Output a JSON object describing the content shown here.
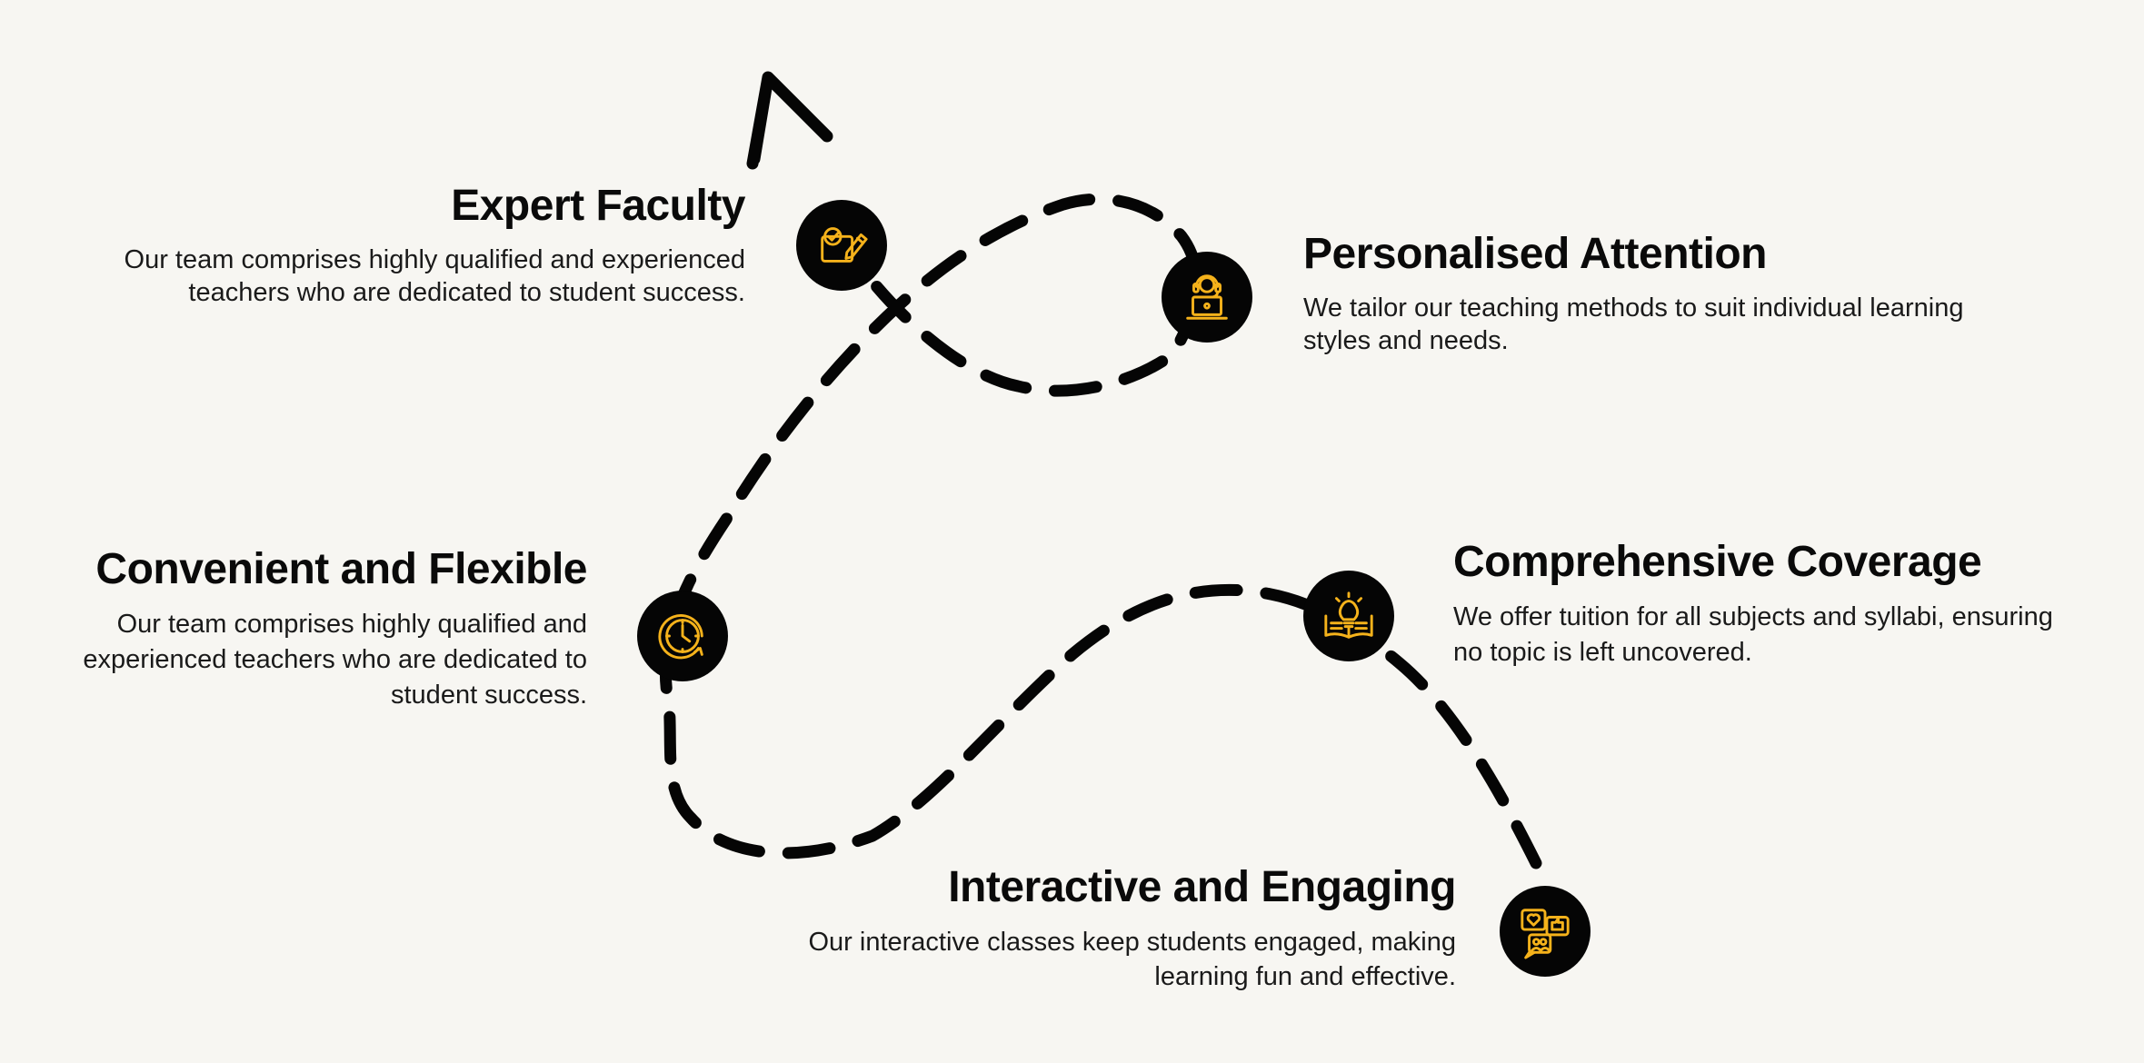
{
  "features": [
    {
      "title": "Expert Faculty",
      "description": "Our team comprises highly qualified and experienced teachers who are dedicated to student success.",
      "icon": "certificate-pencil-icon"
    },
    {
      "title": "Personalised Attention",
      "description": "We tailor our teaching methods to suit individual learning styles and needs.",
      "icon": "headset-laptop-icon"
    },
    {
      "title": "Convenient and Flexible",
      "description": "Our team comprises highly qualified and experienced teachers who are dedicated to student success.",
      "icon": "clock-icon"
    },
    {
      "title": "Comprehensive Coverage",
      "description": "We offer tuition for all subjects and syllabi, ensuring no topic is left uncovered.",
      "icon": "lightbulb-book-icon"
    },
    {
      "title": "Interactive and Engaging",
      "description": "Our interactive classes keep students engaged, making learning fun and effective.",
      "icon": "chat-heart-like-icon"
    }
  ],
  "colors": {
    "background": "#f7f6f2",
    "path": "#050505",
    "node": "#050505",
    "icon_accent": "#f5b21b",
    "text": "#111111"
  }
}
